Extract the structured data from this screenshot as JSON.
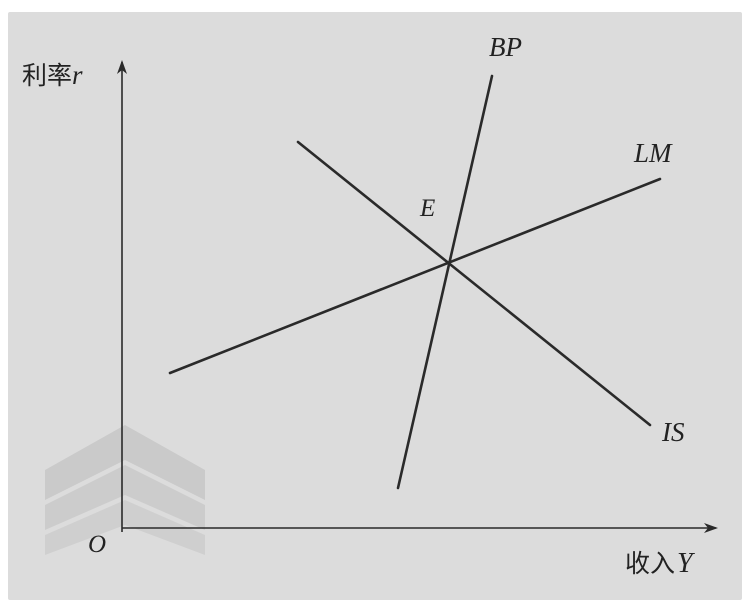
{
  "colors": {
    "background": "#dcdcdc",
    "ink": "#2a2a2a",
    "equilibrium_label": "#5a5a5a"
  },
  "axes": {
    "y_label_text": "利率",
    "y_label_var": "r",
    "x_label_text": "收入",
    "x_label_var": "Y",
    "origin_label": "O"
  },
  "curves": {
    "bp_label": "BP",
    "lm_label": "LM",
    "is_label": "IS"
  },
  "equilibrium": {
    "label": "E"
  },
  "decoration": {
    "watermark_icon": "watermark-logo-icon"
  }
}
